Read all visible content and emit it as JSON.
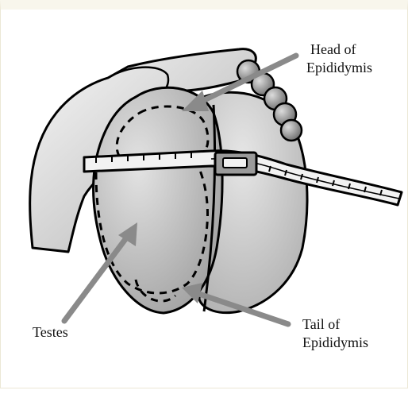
{
  "diagram": {
    "labels": {
      "head_line1": "Head of",
      "head_line2": "Epididymis",
      "testes": "Testes",
      "tail_line1": "Tail of",
      "tail_line2": "Epididymis"
    },
    "colors": {
      "arrow": "#8a8a8a",
      "skin": "#b9b9b9",
      "tape": "#f2f2f2",
      "outline": "#000000",
      "frame": "#f8f6ec"
    }
  }
}
